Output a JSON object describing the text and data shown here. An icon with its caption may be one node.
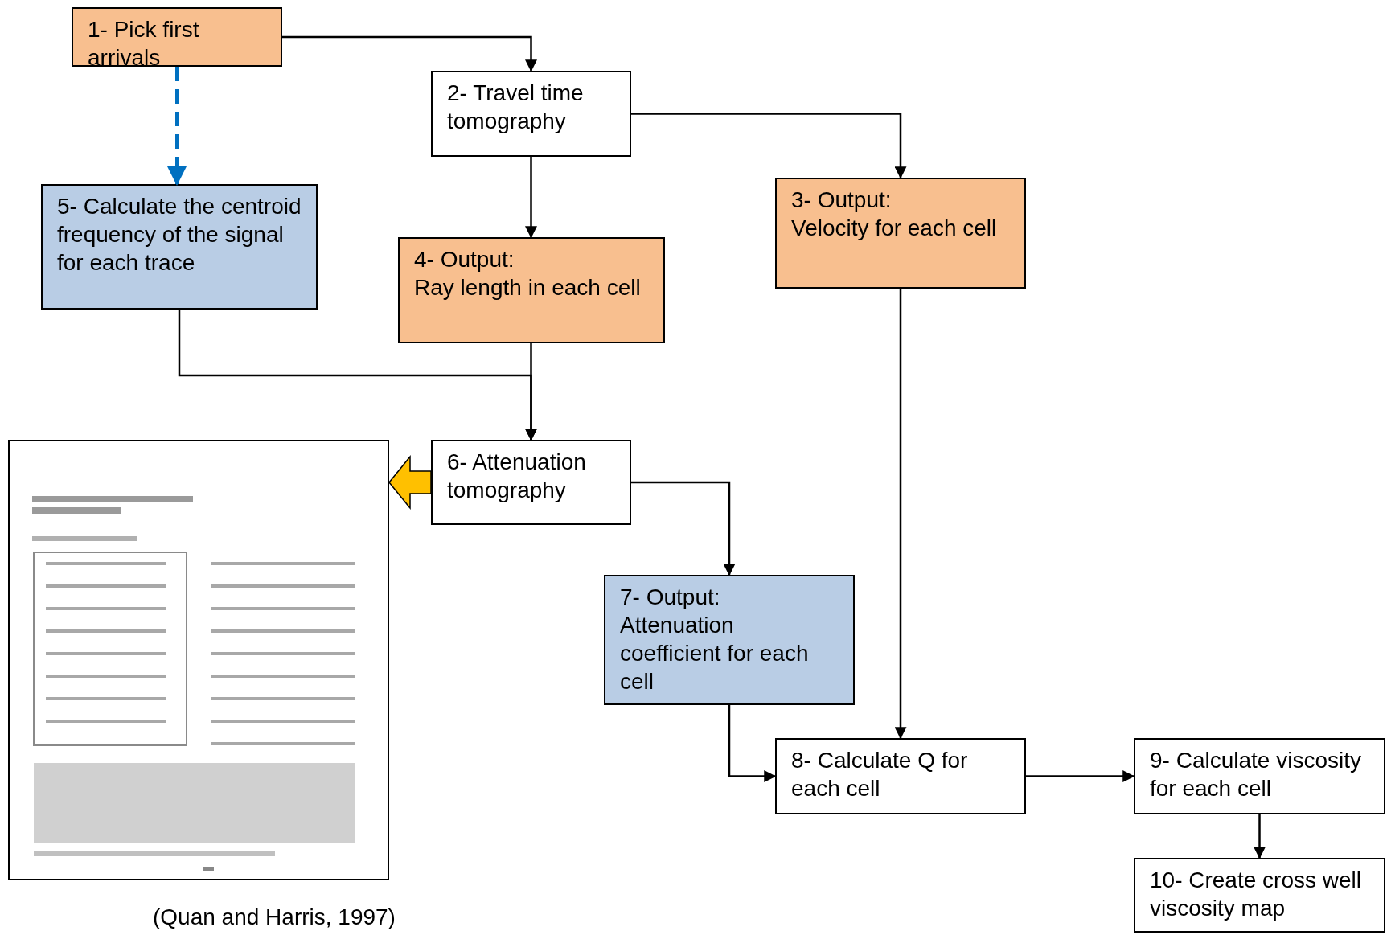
{
  "diagram": {
    "nodes": [
      {
        "text": [
          "1- Pick first arrivals"
        ]
      },
      {
        "text": [
          "2- Travel time tomography"
        ]
      },
      {
        "text": [
          "5- Calculate the centroid frequency of the signal for each trace"
        ]
      },
      {
        "text": [
          "4- Output:",
          "Ray length in each cell"
        ]
      },
      {
        "text": [
          "3- Output:",
          "Velocity for each cell"
        ]
      },
      {
        "text": [
          "6- Attenuation tomography"
        ]
      },
      {
        "text": [],
        "shape": "picture",
        "beside": [
          "(Quan and Harris, 1997)"
        ]
      },
      {
        "text": [
          "7- Output:",
          "Attenuation coefficient for each cell"
        ]
      },
      {
        "text": [
          "8- Calculate Q for each cell"
        ]
      },
      {
        "text": [
          "9- Calculate viscosity for each cell"
        ]
      },
      {
        "text": [
          "10- Create cross well viscosity map"
        ]
      }
    ],
    "edges": [
      {
        "from": 0,
        "to": 1,
        "arrow": "to"
      },
      {
        "from": 0,
        "to": 2,
        "arrow": "to",
        "style": "dashed",
        "color": "#0070c0"
      },
      {
        "from": 1,
        "to": 3,
        "arrow": "to"
      },
      {
        "from": 1,
        "to": 4,
        "arrow": "to"
      },
      {
        "from": 2,
        "to": 5,
        "arrow": "to"
      },
      {
        "from": 3,
        "to": 5,
        "arrow": "to"
      },
      {
        "from": 5,
        "to": 6,
        "arrow": "to",
        "style": "thick",
        "color": "#ffc000"
      },
      {
        "from": 5,
        "to": 7,
        "arrow": "to"
      },
      {
        "from": 4,
        "to": 8,
        "arrow": "to"
      },
      {
        "from": 7,
        "to": 8,
        "arrow": "to"
      },
      {
        "from": 8,
        "to": 9,
        "arrow": "to"
      },
      {
        "from": 9,
        "to": 10,
        "arrow": "to"
      }
    ]
  }
}
